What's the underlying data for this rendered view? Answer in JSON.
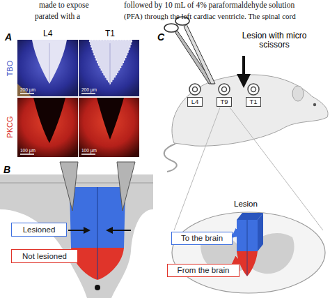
{
  "diagram": {
    "nodes": [
      {
        "text": [
          "Lesioned"
        ]
      },
      {
        "text": [
          "Not lesioned"
        ]
      },
      {
        "text": [
          "L4"
        ]
      },
      {
        "text": [
          "T9"
        ]
      },
      {
        "text": [
          "T1"
        ]
      },
      {
        "text": [
          "To the brain"
        ]
      },
      {
        "text": [
          "From the brain"
        ]
      }
    ],
    "labels": [
      "made to expose",
      "parated with a",
      "followed by 10 mL of 4% paraformaldehyde solution",
      "(PFA) through the left cardiac ventricle. The spinal cord",
      "A",
      "L4",
      "T1",
      "TBO",
      "PKCG",
      "200 µm",
      "200 µm",
      "100 µm",
      "100 µm",
      "B",
      "C",
      "Lesion with micro scissors",
      "Lesion"
    ]
  }
}
